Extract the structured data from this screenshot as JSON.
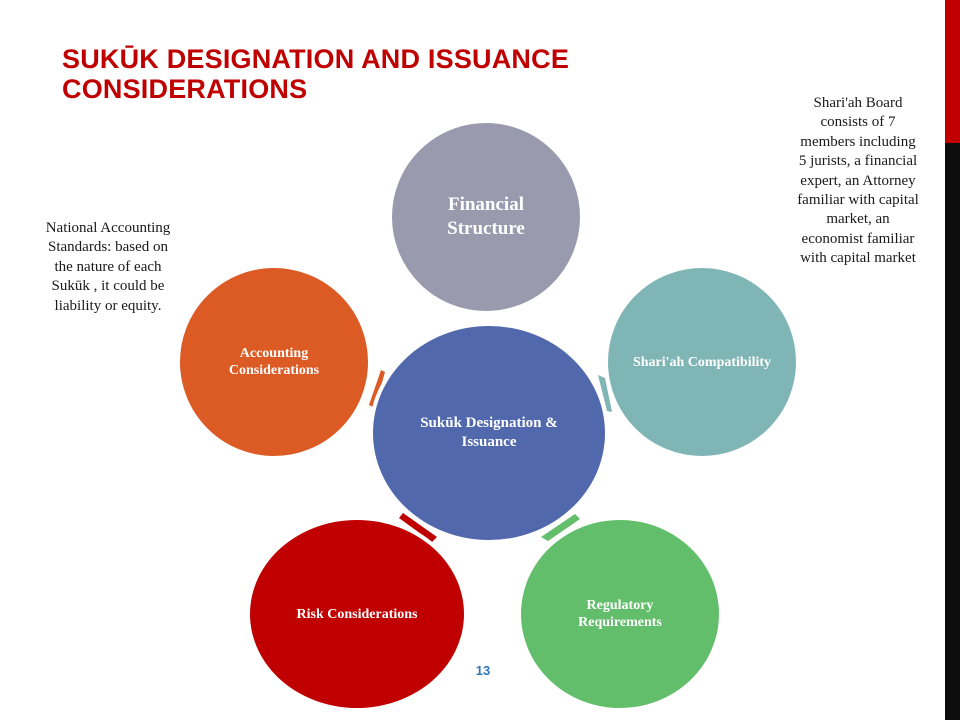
{
  "slide": {
    "title": "SUKŪK  DESIGNATION AND ISSUANCE CONSIDERATIONS",
    "page_number": "13"
  },
  "colors": {
    "title": "#c00000",
    "side_bar_red": "#c00000",
    "center": "#5169ac",
    "financial": "#9a9aae",
    "shariah": "#80b5b5",
    "regulatory": "#63be6b",
    "risk": "#c00000",
    "accounting": "#dc5a24",
    "page_number": "#2e75b6"
  },
  "diagram": {
    "center": {
      "label": "Sukūk Designation & Issuance"
    },
    "nodes": [
      {
        "id": "financial",
        "label": "Financial Structure"
      },
      {
        "id": "shariah",
        "label": "Shari'ah Compatibility"
      },
      {
        "id": "regulatory",
        "label": "Regulatory Requirements"
      },
      {
        "id": "risk",
        "label": "Risk Considerations"
      },
      {
        "id": "accounting",
        "label": "Accounting Considerations"
      }
    ]
  },
  "notes": {
    "left": "National Accounting Standards: based on the nature of each Sukūk , it could be liability or equity.",
    "right": "Shari'ah Board consists of 7 members including 5 jurists, a financial expert, an Attorney familiar with capital market, an economist familiar with capital market"
  }
}
